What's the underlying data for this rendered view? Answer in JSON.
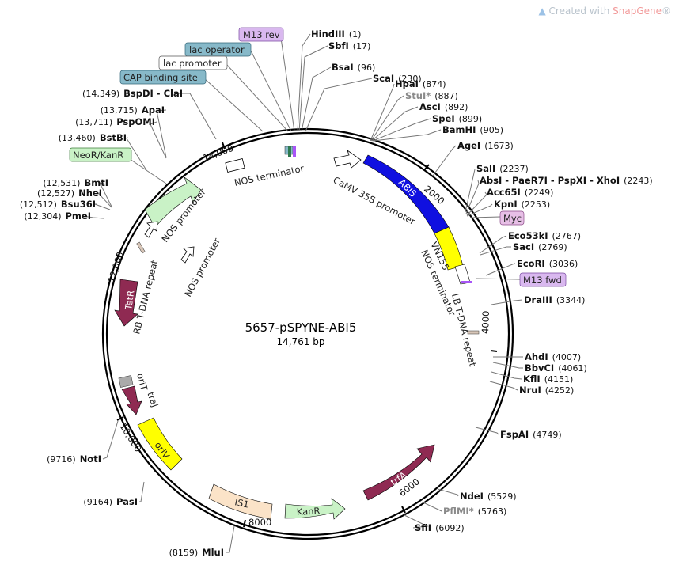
{
  "watermark": {
    "prefix": "Created with ",
    "brand": "SnapGene",
    "suffix": "®"
  },
  "plasmid": {
    "name": "5657-pSPYNE-ABI5",
    "length_label": "14,761 bp"
  },
  "ticks": [
    "2000",
    "4000",
    "6000",
    "8000",
    "10,000",
    "12,000",
    "14,000"
  ],
  "sites": [
    {
      "name": "HindIII",
      "pos": "(1)"
    },
    {
      "name": "SbfI",
      "pos": "(17)"
    },
    {
      "name": "BsaI",
      "pos": "(96)"
    },
    {
      "name": "ScaI",
      "pos": "(230)"
    },
    {
      "name": "HpaI",
      "pos": "(874)"
    },
    {
      "name": "StuI*",
      "pos": "(887)"
    },
    {
      "name": "AscI",
      "pos": "(892)"
    },
    {
      "name": "SpeI",
      "pos": "(899)"
    },
    {
      "name": "BamHI",
      "pos": "(905)"
    },
    {
      "name": "AgeI",
      "pos": "(1673)"
    },
    {
      "name": "SalI",
      "pos": "(2237)"
    },
    {
      "name": "AbsI - PaeR7I - PspXI - XhoI",
      "pos": "(2243)"
    },
    {
      "name": "Acc65I",
      "pos": "(2249)"
    },
    {
      "name": "KpnI",
      "pos": "(2253)"
    },
    {
      "name": "Eco53kI",
      "pos": "(2767)"
    },
    {
      "name": "SacI",
      "pos": "(2769)"
    },
    {
      "name": "EcoRI",
      "pos": "(3036)"
    },
    {
      "name": "DraIII",
      "pos": "(3344)"
    },
    {
      "name": "AhdI",
      "pos": "(4007)"
    },
    {
      "name": "BbvCI",
      "pos": "(4061)"
    },
    {
      "name": "KflI",
      "pos": "(4151)"
    },
    {
      "name": "NruI",
      "pos": "(4252)"
    },
    {
      "name": "FspAI",
      "pos": "(4749)"
    },
    {
      "name": "NdeI",
      "pos": "(5529)"
    },
    {
      "name": "PflMI*",
      "pos": "(5763)"
    },
    {
      "name": "SfiI",
      "pos": "(6092)"
    },
    {
      "name": "MluI",
      "pos": "(8159)"
    },
    {
      "name": "PasI",
      "pos": "(9164)"
    },
    {
      "name": "NotI",
      "pos": "(9716)"
    },
    {
      "name": "PmeI",
      "pos": "(12,304)"
    },
    {
      "name": "Bsu36I",
      "pos": "(12,512)"
    },
    {
      "name": "NheI",
      "pos": "(12,527)"
    },
    {
      "name": "BmtI",
      "pos": "(12,531)"
    },
    {
      "name": "BstBI",
      "pos": "(13,460)"
    },
    {
      "name": "PspOMI",
      "pos": "(13,711)"
    },
    {
      "name": "ApaI",
      "pos": "(13,715)"
    },
    {
      "name": "BspDI - ClaI",
      "pos": "(14,349)"
    }
  ],
  "boxed_labels": [
    {
      "text": "M13 rev",
      "color": "#d9b8ef"
    },
    {
      "text": "lac operator",
      "color": "#87b9c9"
    },
    {
      "text": "lac promoter",
      "color": "#ffffff"
    },
    {
      "text": "CAP binding site",
      "color": "#87b9c9"
    },
    {
      "text": "NeoR/KanR",
      "color": "#c9f2c6"
    },
    {
      "text": "Myc",
      "color": "#e7bfe6"
    },
    {
      "text": "M13 fwd",
      "color": "#d9b8ef"
    }
  ],
  "features": [
    {
      "text": "ABI5",
      "color": "#1010e0"
    },
    {
      "text": "VN155",
      "color": "#ffff00"
    },
    {
      "text": "CaMV 35S promoter",
      "color": "#ffffff"
    },
    {
      "text": "NOS terminator",
      "color": "#ffffff"
    },
    {
      "text": "NOS terminator",
      "color": "#ffffff"
    },
    {
      "text": "LB T-DNA repeat",
      "color": "#d8c6b8"
    },
    {
      "text": "NOS promoter",
      "color": "#ffffff"
    },
    {
      "text": "NOS promoter",
      "color": "#ffffff"
    },
    {
      "text": "RB T-DNA repeat",
      "color": "#d8c6b8"
    },
    {
      "text": "TetR",
      "color": "#8f2a52"
    },
    {
      "text": "oriT",
      "color": "#aaaaaa"
    },
    {
      "text": "traJ",
      "color": "#8f2a52"
    },
    {
      "text": "oriV",
      "color": "#ffff00"
    },
    {
      "text": "IS1",
      "color": "#fbe3c8"
    },
    {
      "text": "KanR",
      "color": "#c9f2c6"
    },
    {
      "text": "trfA",
      "color": "#8f2a52"
    }
  ]
}
